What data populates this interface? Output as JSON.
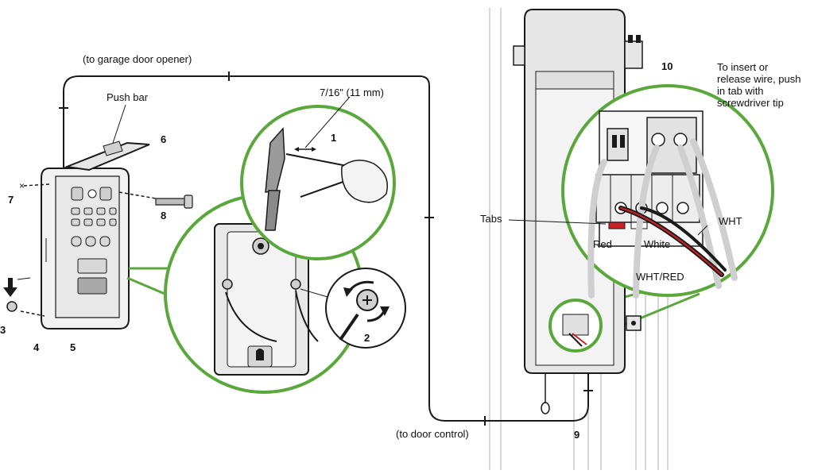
{
  "labels": {
    "to_opener": "(to garage door opener)",
    "to_control": "(to door control)",
    "push_bar": "Push bar",
    "wire_size": "7/16\" (11 mm)",
    "tabs": "Tabs",
    "red": "Red",
    "white": "White",
    "wht": "WHT",
    "wht_red": "WHT/RED",
    "insert_note": [
      "To insert or",
      "release wire, push",
      "in tab with",
      "screwdriver tip"
    ]
  },
  "steps": [
    "1",
    "2",
    "3",
    "4",
    "5",
    "6",
    "7",
    "8",
    "9",
    "10"
  ],
  "colors": {
    "callout_green": "#5aa83c",
    "line": "#1a1a1a",
    "panel_gray": "#e6e6e6",
    "red_wire": "#d0202a",
    "tab_red": "#c8222a"
  },
  "icons": [
    "pliers-icon",
    "screwdriver-icon",
    "screw-icon",
    "rotate-arrow-icon",
    "down-arrow-icon"
  ]
}
